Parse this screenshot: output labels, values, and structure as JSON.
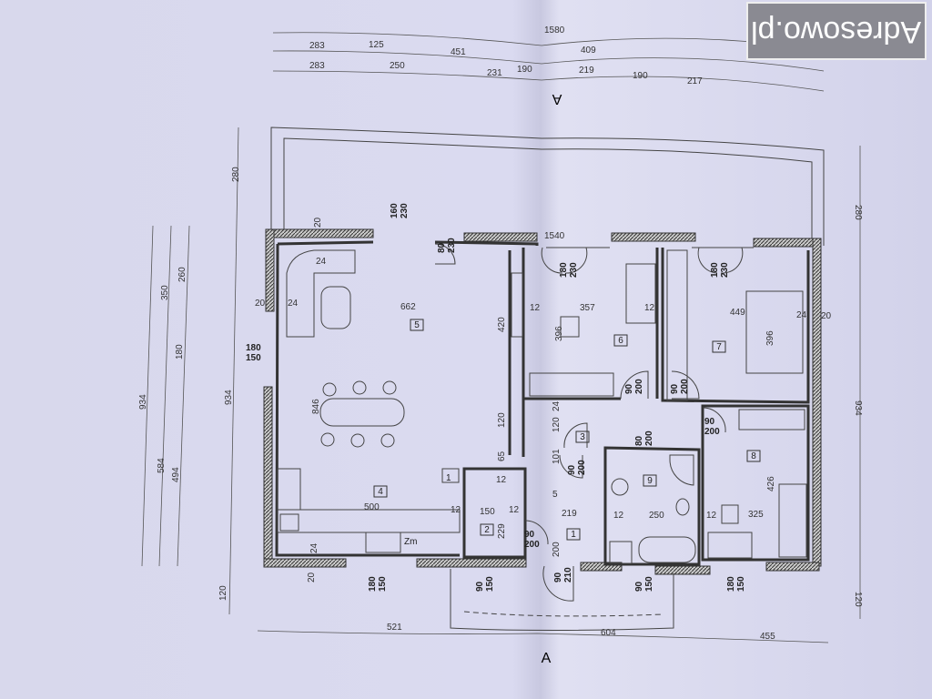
{
  "watermark": "Adresowo.pl",
  "section_marker": "A",
  "dimensions": {
    "top_total": "1580",
    "top_row2": [
      "283",
      "125",
      "451",
      "409"
    ],
    "top_row3": [
      "283",
      "250",
      "231",
      "190",
      "219",
      "190",
      "217"
    ],
    "left_outer": [
      "934",
      "584",
      "350",
      "260",
      "180",
      "494"
    ],
    "left_inner": [
      "280",
      "934",
      "120"
    ],
    "right": [
      "280",
      "934",
      "120"
    ],
    "bottom": [
      "521",
      "604",
      "455"
    ],
    "interior": {
      "wall_top": "1540",
      "living_width": "662",
      "living_depth": "846",
      "room6_width": "357",
      "room6_depth": "396",
      "room7_width": "449",
      "room7_depth": "396",
      "room8_width": "325",
      "room8_depth": "426",
      "room9_width": "250",
      "room1_width": "219",
      "room1_depth": "200",
      "room2_width": "150",
      "room2_depth": "229",
      "kitchen_width": "500",
      "partition_420": "420",
      "hall_120": "120",
      "hall_120b": "120",
      "hall_65": "65",
      "hall_101": "101",
      "hall_24": "24",
      "hall_5": "5",
      "wall_12": "12",
      "wall_24": "24",
      "wall_20": "20"
    }
  },
  "openings": [
    {
      "w": "160",
      "h": "230"
    },
    {
      "w": "80",
      "h": "230"
    },
    {
      "w": "180",
      "h": "150"
    },
    {
      "w": "180",
      "h": "230"
    },
    {
      "w": "180",
      "h": "230"
    },
    {
      "w": "90",
      "h": "200"
    },
    {
      "w": "90",
      "h": "200"
    },
    {
      "w": "90",
      "h": "200"
    },
    {
      "w": "80",
      "h": "200"
    },
    {
      "w": "90",
      "h": "200"
    },
    {
      "w": "90",
      "h": "200"
    },
    {
      "w": "90",
      "h": "210"
    },
    {
      "w": "180",
      "h": "150"
    },
    {
      "w": "90",
      "h": "150"
    },
    {
      "w": "90",
      "h": "150"
    },
    {
      "w": "180",
      "h": "150"
    }
  ],
  "rooms": [
    "1",
    "2",
    "3",
    "4",
    "5",
    "6",
    "7",
    "8",
    "9"
  ],
  "symbols": {
    "fridge": "1",
    "stove": "Zm"
  }
}
